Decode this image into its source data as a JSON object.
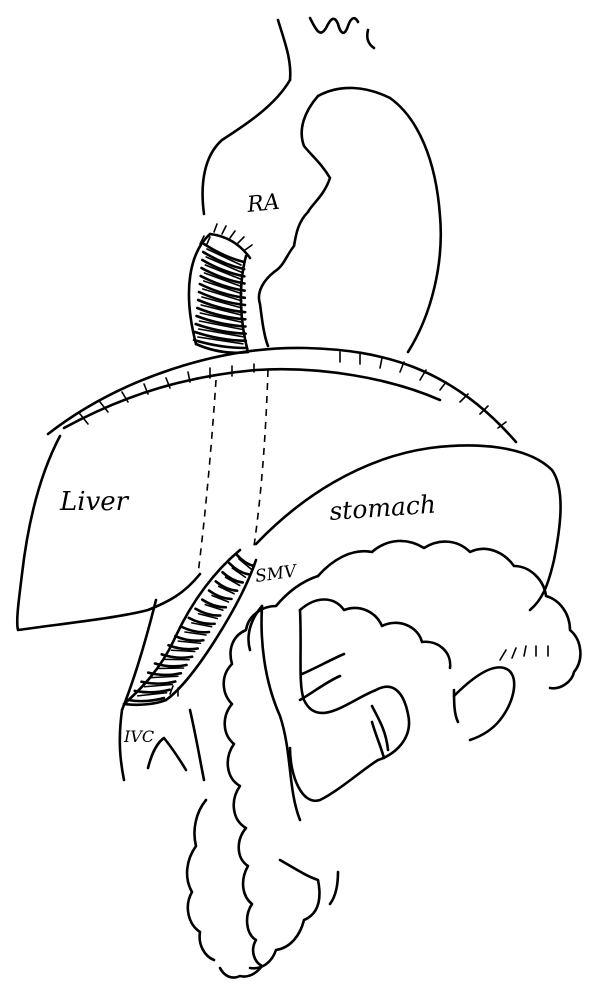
{
  "labels": {
    "ra": "RA",
    "liver": "Liver",
    "stomach": "stomach",
    "smv": "SMV",
    "ivc": "IVC"
  },
  "colors": {
    "ink": "#000000",
    "background": "#ffffff"
  }
}
